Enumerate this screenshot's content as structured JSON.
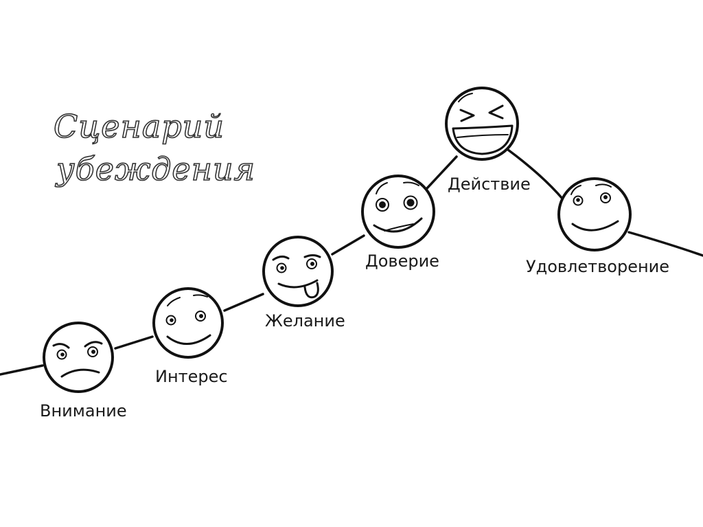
{
  "diagram": {
    "title_lines": [
      "Сценарий",
      "убеждения"
    ],
    "stages": [
      {
        "label": "Внимание",
        "expression": "frown"
      },
      {
        "label": "Интерес",
        "expression": "smile"
      },
      {
        "label": "Желание",
        "expression": "tongue"
      },
      {
        "label": "Доверие",
        "expression": "grin"
      },
      {
        "label": "Действие",
        "expression": "laugh"
      },
      {
        "label": "Удовлетворение",
        "expression": "content"
      }
    ]
  }
}
